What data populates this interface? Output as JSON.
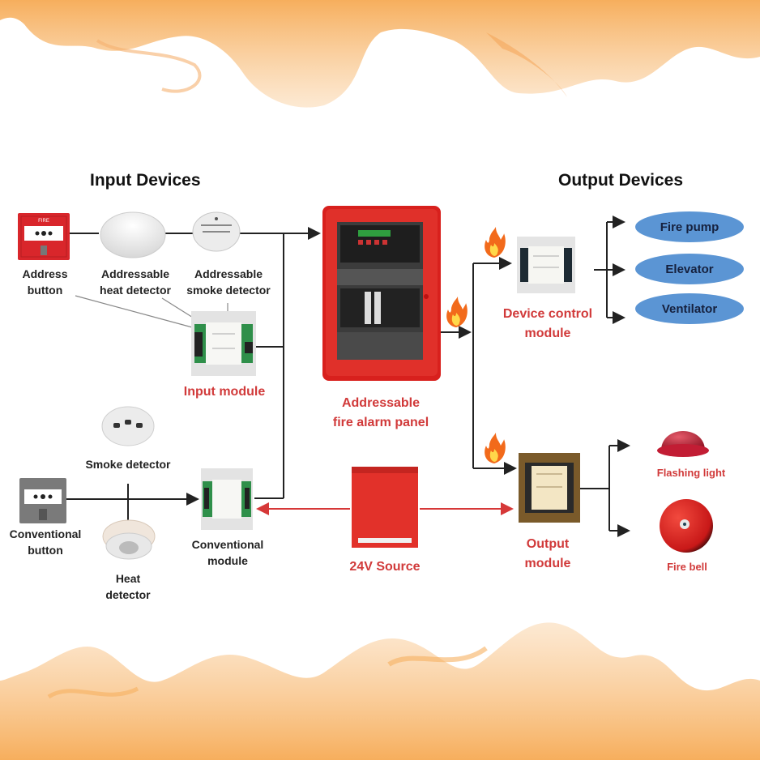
{
  "diagram": {
    "input_heading": "Input Devices",
    "output_heading": "Output Devices",
    "inputs": {
      "address_button": "Address\nbutton",
      "heat_detector": "Addressable\nheat detector",
      "smoke_detector": "Addressable\nsmoke detector",
      "input_module": "Input module",
      "conv_smoke_detector": "Smoke detector",
      "conv_button": "Conventional\nbutton",
      "conv_heat_detector": "Heat\ndetector",
      "conv_module": "Conventional\nmodule"
    },
    "center": {
      "panel": "Addressable\nfire alarm panel",
      "power": "24V Source"
    },
    "outputs": {
      "device_control_module": "Device control\nmodule",
      "output_module": "Output\nmodule",
      "fire_pump": "Fire pump",
      "elevator": "Elevator",
      "ventilator": "Ventilator",
      "flashing_light": "Flashing light",
      "fire_bell": "Fire bell"
    },
    "colors": {
      "accent_red": "#d13a3a",
      "ellipse_blue": "#5b95d4",
      "wire": "#222222",
      "power_wire": "#d63838"
    }
  }
}
